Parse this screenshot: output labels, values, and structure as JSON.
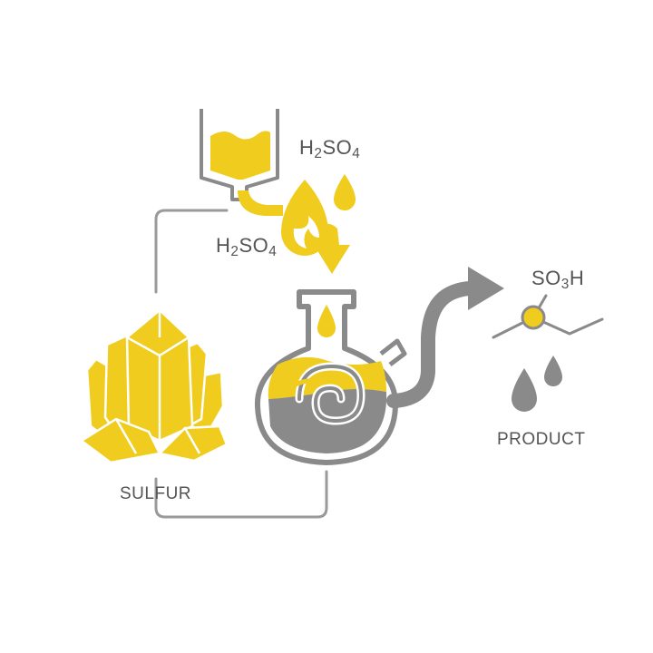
{
  "colors": {
    "accent": "#f0cc1e",
    "accent_dark": "#e2b400",
    "gray": "#8a8a8a",
    "line": "#9a9a9a",
    "text": "#555555"
  },
  "labels": {
    "acid_top": {
      "base": "H",
      "sub1": "2",
      "mid": "SO",
      "sub2": "4"
    },
    "acid_mid": {
      "base": "H",
      "sub1": "2",
      "mid": "SO",
      "sub2": "4"
    },
    "group": {
      "base": "SO",
      "sub1": "3",
      "tail": "H"
    },
    "sulfur": "SULFUR",
    "product": "PRODUCT"
  },
  "icons": [
    "hopper-icon",
    "acid-drop-icon",
    "flame-icon",
    "down-arrow-icon",
    "crystal-icon",
    "flask-icon",
    "swirl-icon",
    "curved-arrow-icon",
    "molecule-icon",
    "product-drops-icon"
  ]
}
